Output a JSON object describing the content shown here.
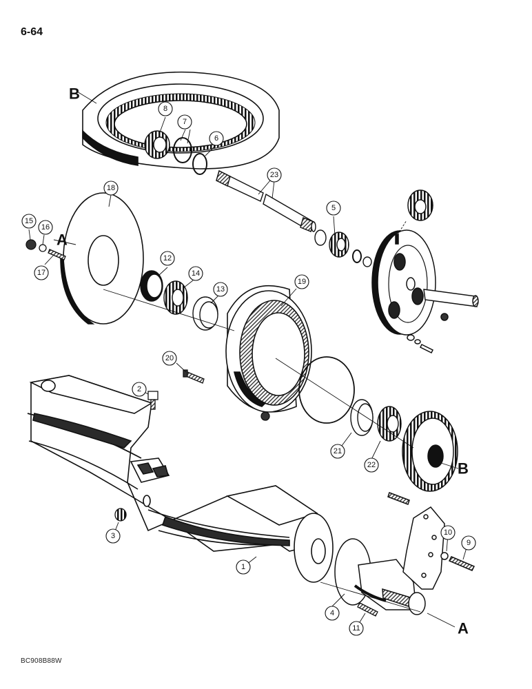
{
  "page_number": "6-64",
  "figure_code": "BC908B88W",
  "reference_letters": {
    "B_top": "B",
    "A_left": "A",
    "B_right": "B",
    "A_bottom": "A"
  },
  "callouts": [
    "1",
    "2",
    "3",
    "4",
    "5",
    "6",
    "7",
    "8",
    "9",
    "10",
    "11",
    "12",
    "13",
    "14",
    "15",
    "16",
    "17",
    "18",
    "19",
    "20",
    "21",
    "22",
    "23"
  ],
  "colors": {
    "ink": "#111111",
    "paper": "#ffffff",
    "shade": "#2a2a2a"
  }
}
